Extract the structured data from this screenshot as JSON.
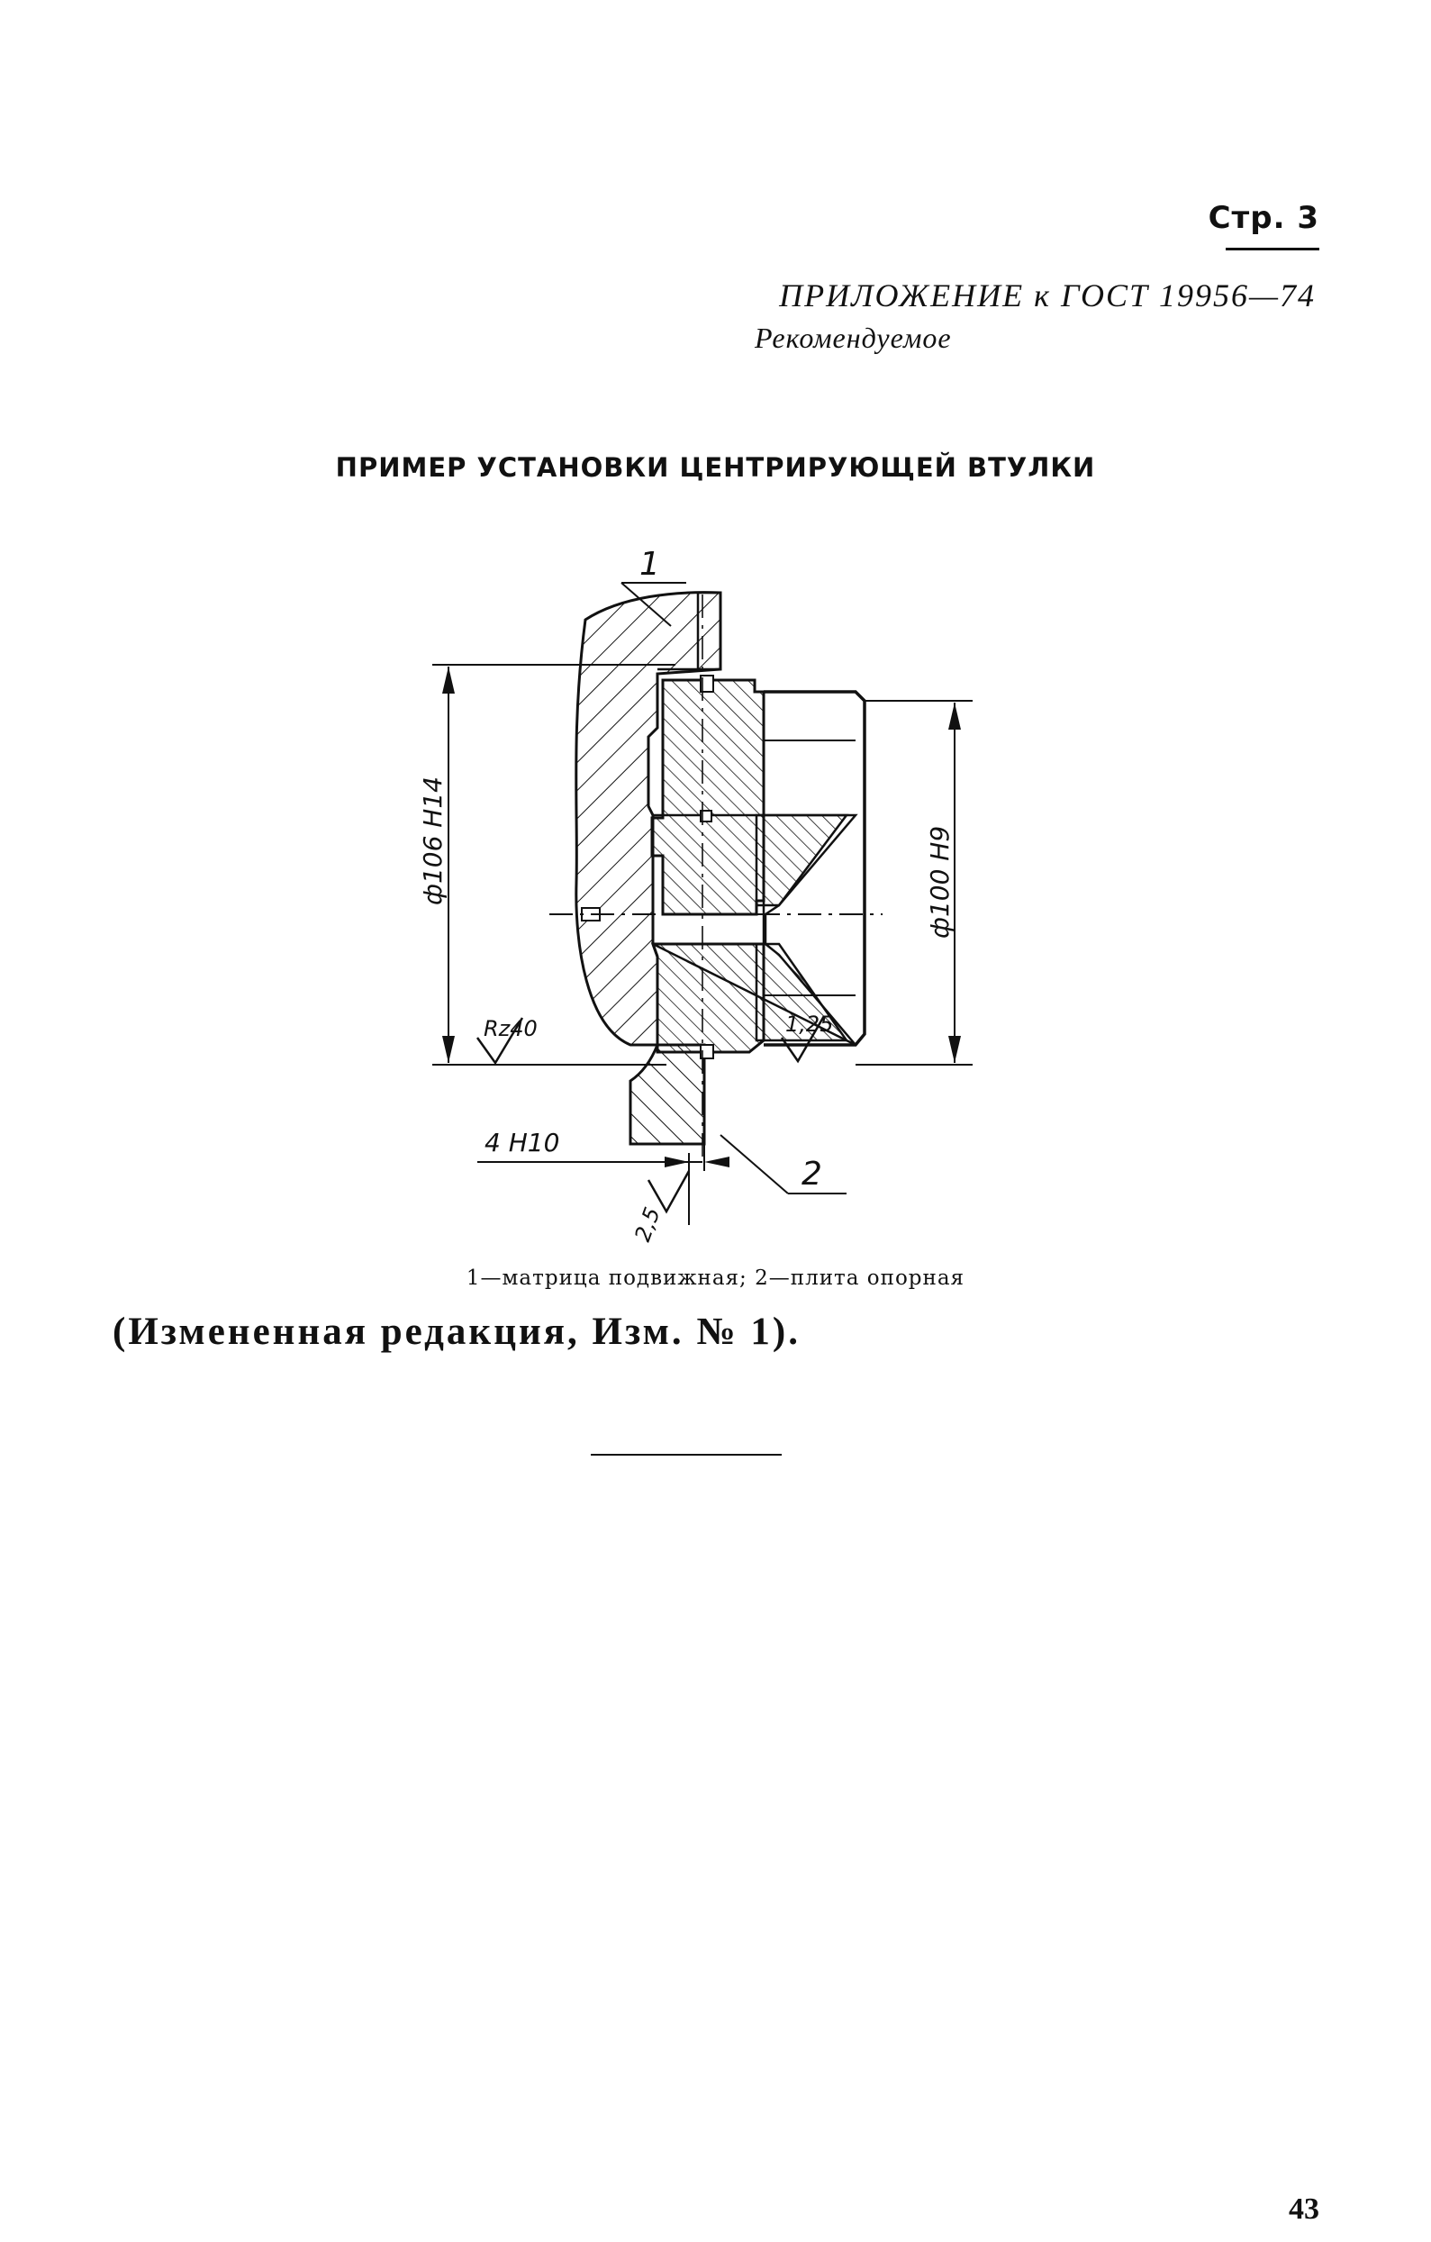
{
  "header": {
    "page_label": "Стр. 3",
    "appendix_title": "ПРИЛОЖЕНИЕ к ГОСТ 19956—74",
    "recommended": "Рекомендуемое"
  },
  "figure": {
    "title": "ПРИМЕР УСТАНОВКИ ЦЕНТРИРУЮЩЕЙ ВТУЛКИ",
    "callouts": {
      "part1": "1",
      "part2": "2"
    },
    "dimensions": {
      "outer_diameter": "ф106 Н14",
      "inner_diameter": "ф100 Н9",
      "roughness_left": "Rz40",
      "roughness_right": "1,25",
      "width": "4 Н10",
      "chamfer": "2,5"
    },
    "caption": "1—матрица подвижная; 2—плита опорная"
  },
  "revision_note": "(Измененная редакция, Изм. № 1).",
  "page_number": "43"
}
